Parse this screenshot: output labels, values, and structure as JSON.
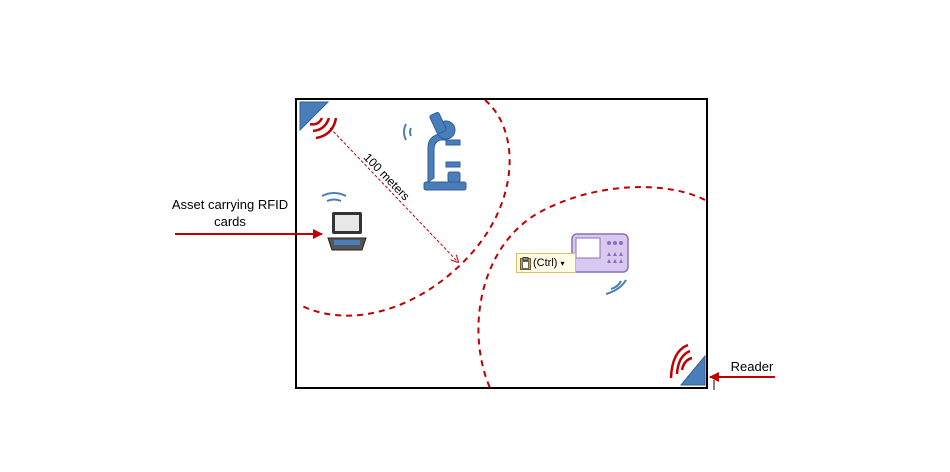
{
  "labels": {
    "asset": "Asset carrying RFID cards",
    "asset_line1": "Asset carrying RFID",
    "asset_line2": "cards",
    "distance": "100 meters",
    "reader": "Reader"
  },
  "paste_options": {
    "label": "(Ctrl)",
    "icon": "clipboard-icon",
    "menu_icon": "dropdown-arrow-icon"
  },
  "icons": {
    "reader_top_left": "reader-icon",
    "reader_bottom_right": "reader-icon",
    "laptop": "laptop-icon",
    "microscope": "microscope-icon",
    "lab_device": "device-icon"
  },
  "colors": {
    "coverage_line": "#c00000",
    "arrow": "#c00000",
    "reader": "#4a7ebb",
    "signal_waves": "#4a7ebb",
    "device_fill": "#d9c9f0",
    "device_stroke": "#8a6fc0"
  }
}
